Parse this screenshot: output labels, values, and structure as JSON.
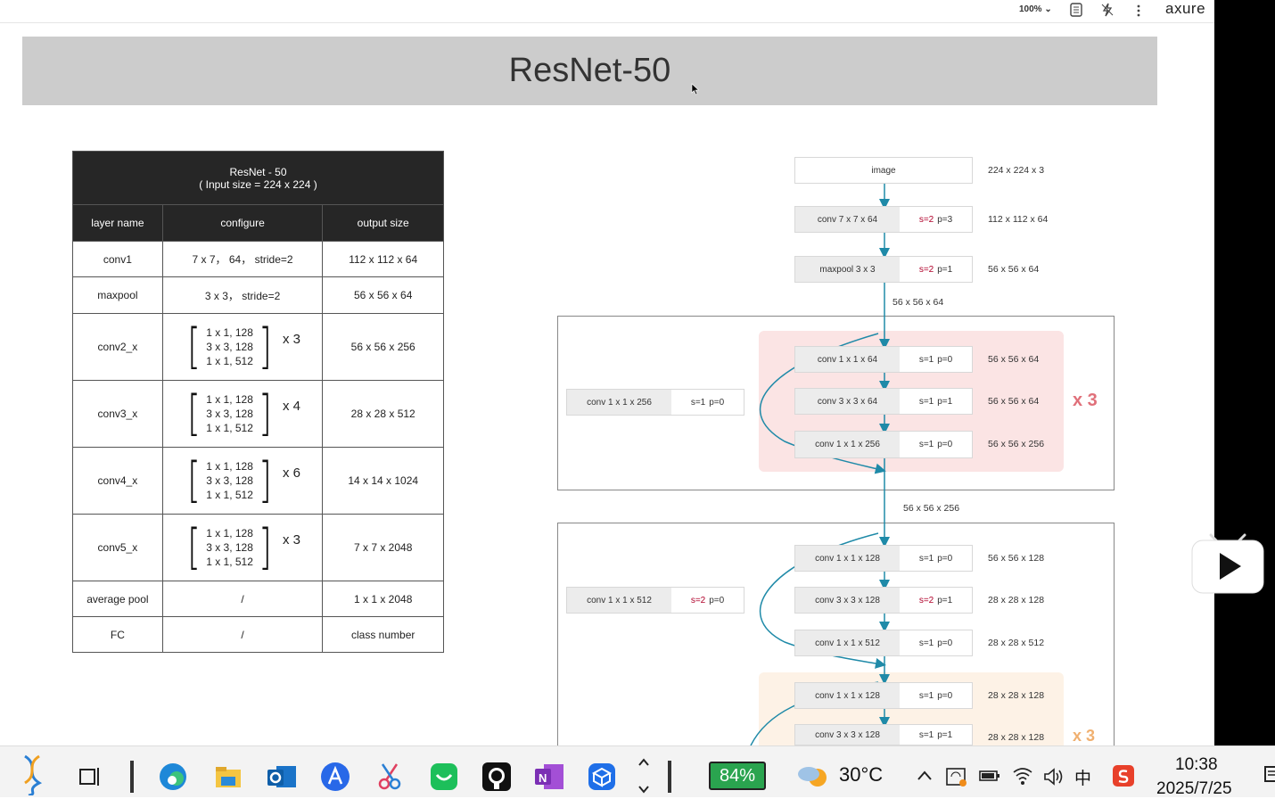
{
  "toolbar": {
    "zoom": "100%",
    "brand": "axure"
  },
  "banner": {
    "title": "ResNet-50"
  },
  "table": {
    "title": "ResNet - 50",
    "subtitle": "( Input size = 224 x 224 )",
    "headers": [
      "layer name",
      "configure",
      "output size"
    ],
    "rows": [
      {
        "name": "conv1",
        "config": "7 x 7，  64，  stride=2",
        "output": "112 x 112 x 64"
      },
      {
        "name": "maxpool",
        "config": "3 x 3，  stride=2",
        "output": "56 x 56 x 64"
      },
      {
        "name": "conv2_x",
        "lines": [
          "1 x 1, 128",
          "3 x 3, 128",
          "1 x 1, 512"
        ],
        "mult": "x 3",
        "output": "56 x 56 x 256"
      },
      {
        "name": "conv3_x",
        "lines": [
          "1 x 1, 128",
          "3 x 3, 128",
          "1 x 1, 512"
        ],
        "mult": "x 4",
        "output": "28 x 28 x 512"
      },
      {
        "name": "conv4_x",
        "lines": [
          "1 x 1, 128",
          "3 x 3, 128",
          "1 x 1, 512"
        ],
        "mult": "x 6",
        "output": "14 x 14 x 1024"
      },
      {
        "name": "conv5_x",
        "lines": [
          "1 x 1, 128",
          "3 x 3, 128",
          "1 x 1, 512"
        ],
        "mult": "x 3",
        "output": "7 x 7 x 2048"
      },
      {
        "name": "average pool",
        "config": "/",
        "output": "1 x 1 x 2048"
      },
      {
        "name": "FC",
        "config": "/",
        "output": "class number"
      }
    ]
  },
  "diagram": {
    "image": {
      "label": "image",
      "size": "224 x 224 x 3"
    },
    "conv7": {
      "label": "conv 7 x 7 x 64",
      "s": "s=2",
      "p": "p=3",
      "size": "112 x 112 x 64"
    },
    "maxpool": {
      "label": "maxpool 3 x 3",
      "s": "s=2",
      "p": "p=1",
      "size": "56 x 56 x 64"
    },
    "between1": "56 x 56 x 64",
    "block1": {
      "shortcut": {
        "label": "conv 1 x 1 x 256",
        "s": "s=1",
        "p": "p=0"
      },
      "layers": [
        {
          "label": "conv 1 x 1 x 64",
          "s": "s=1",
          "p": "p=0",
          "size": "56 x 56 x 64"
        },
        {
          "label": "conv 3 x 3 x 64",
          "s": "s=1",
          "p": "p=1",
          "size": "56 x 56 x 64"
        },
        {
          "label": "conv 1 x 1 x 256",
          "s": "s=1",
          "p": "p=0",
          "size": "56 x 56 x 256"
        }
      ],
      "repeat": "x 3"
    },
    "between2": "56 x 56 x 256",
    "block2": {
      "shortcut": {
        "label": "conv 1 x 1 x 512",
        "s": "s=2",
        "p": "p=0"
      },
      "layers": [
        {
          "label": "conv 1 x 1 x 128",
          "s": "s=1",
          "p": "p=0",
          "size": "56 x 56 x 128"
        },
        {
          "label": "conv 3 x 3 x 128",
          "s": "s=2",
          "p": "p=1",
          "size": "28 x 28 x 128"
        },
        {
          "label": "conv 1 x 1 x 512",
          "s": "s=1",
          "p": "p=0",
          "size": "28 x 28 x 512"
        }
      ]
    },
    "block3": {
      "layers": [
        {
          "label": "conv 1 x 1 x 128",
          "s": "s=1",
          "p": "p=0",
          "size": "28 x 28 x 128"
        },
        {
          "label": "conv 3 x 3 x 128",
          "s": "s=1",
          "p": "p=1",
          "size": "28 x 28 x 128"
        }
      ],
      "repeat": "x 3"
    }
  },
  "taskbar": {
    "battery": "84%",
    "temperature": "30°C",
    "ime": "中",
    "time": "10:38",
    "date": "2025/7/25"
  },
  "colors": {
    "accent_blue": "#1f8aa8",
    "repeat_pink": "#e0707a",
    "repeat_orange": "#f0b070",
    "red_param": "#b0002a"
  }
}
